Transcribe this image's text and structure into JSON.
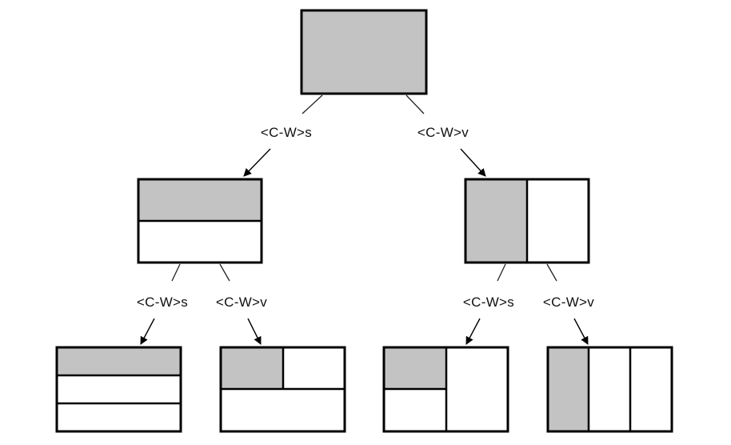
{
  "colors": {
    "active": "#c3c3c3",
    "inactive": "#ffffff",
    "border": "#000000",
    "connector": "#222222"
  },
  "labels": {
    "root_split": "<C-W>s",
    "root_vsplit": "<C-W>v",
    "left_split": "<C-W>s",
    "left_vsplit": "<C-W>v",
    "right_split": "<C-W>s",
    "right_vsplit": "<C-W>v"
  }
}
